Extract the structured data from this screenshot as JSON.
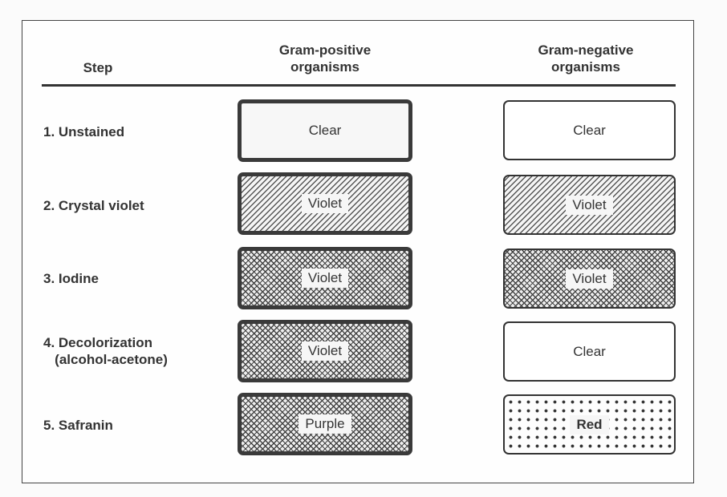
{
  "headers": {
    "step": "Step",
    "gram_positive": "Gram-positive\norganisms",
    "gram_negative": "Gram-negative\norganisms"
  },
  "rows": [
    {
      "step": "1. Unstained",
      "positive": "Clear",
      "negative": "Clear"
    },
    {
      "step": "2. Crystal violet",
      "positive": "Violet",
      "negative": "Violet"
    },
    {
      "step": "3. Iodine",
      "positive": "Violet",
      "negative": "Violet"
    },
    {
      "step": "4. Decolorization\n   (alcohol-acetone)",
      "positive": "Violet",
      "negative": "Clear"
    },
    {
      "step": "5. Safranin",
      "positive": "Purple",
      "negative": "Red"
    }
  ]
}
